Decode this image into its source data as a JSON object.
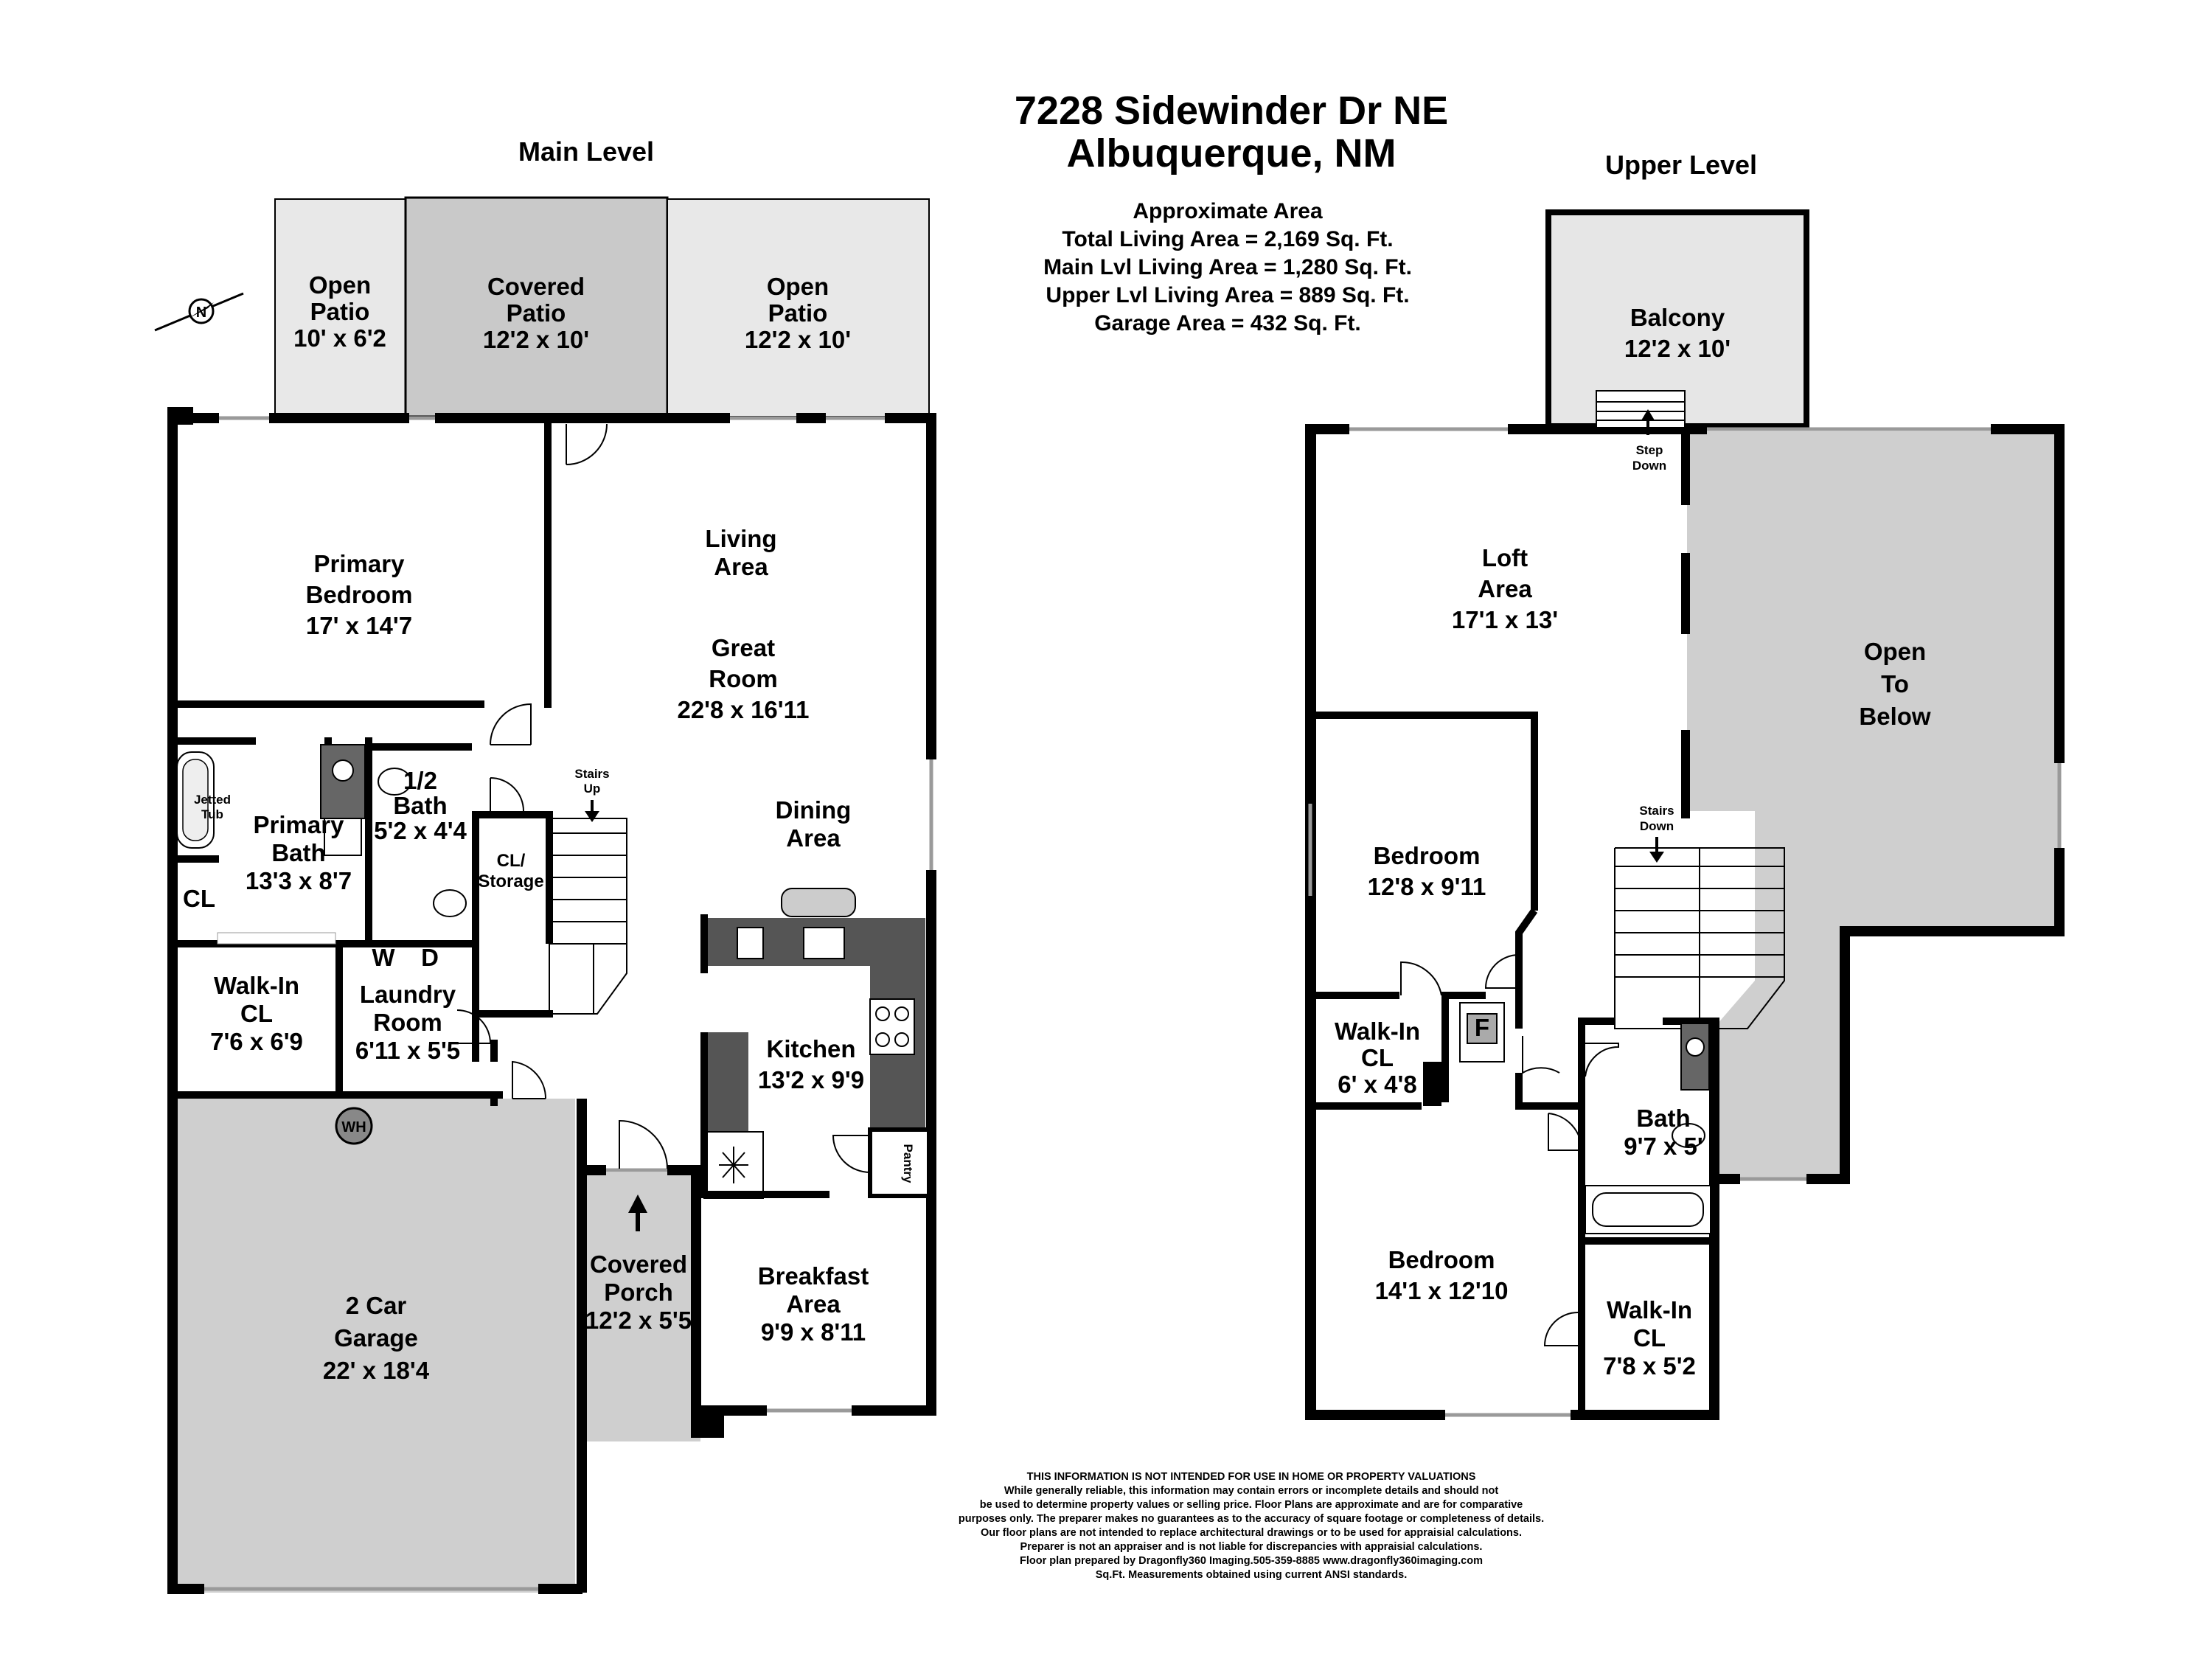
{
  "header": {
    "address_line1": "7228 Sidewinder Dr NE",
    "address_line2": "Albuquerque, NM"
  },
  "areas": {
    "title": "Approximate Area",
    "total": "Total Living Area = 2,169 Sq. Ft.",
    "main": "Main Lvl Living Area = 1,280 Sq. Ft.",
    "upper": "Upper Lvl Living Area = 889 Sq. Ft.",
    "garage": "Garage Area = 432 Sq. Ft."
  },
  "main_level": {
    "title": "Main Level",
    "open_patio_left": {
      "name": [
        "Open",
        "Patio"
      ],
      "size": "10' x 6'2"
    },
    "covered_patio": {
      "name": [
        "Covered",
        "Patio"
      ],
      "size": "12'2 x 10'"
    },
    "open_patio_right": {
      "name": [
        "Open",
        "Patio"
      ],
      "size": "12'2 x 10'"
    },
    "primary_bedroom": {
      "name": [
        "Primary",
        "Bedroom"
      ],
      "size": "17' x 14'7"
    },
    "living_area": [
      "Living",
      "Area"
    ],
    "great_room": {
      "name": [
        "Great",
        "Room"
      ],
      "size": "22'8 x 16'11"
    },
    "dining_area": [
      "Dining",
      "Area"
    ],
    "jetted_tub": [
      "Jetted",
      "Tub"
    ],
    "primary_bath": {
      "name": [
        "Primary",
        "Bath"
      ],
      "size": "13'3 x 8'7"
    },
    "half_bath": {
      "name": [
        "1/2",
        "Bath"
      ],
      "size": "5'2 x 4'4"
    },
    "stairs_up": [
      "Stairs",
      "Up"
    ],
    "closet": "CL",
    "cl_storage": [
      "CL/",
      "Storage"
    ],
    "walkin_cl": {
      "name": [
        "Walk-In",
        "CL"
      ],
      "size": "7'6 x 6'9"
    },
    "washer": "W",
    "dryer": "D",
    "laundry": {
      "name": [
        "Laundry",
        "Room"
      ],
      "size": "6'11 x 5'5"
    },
    "water_heater": "WH",
    "kitchen": {
      "name": "Kitchen",
      "size": "13'2 x 9'9"
    },
    "pantry": "Pantry",
    "garage": {
      "name": [
        "2 Car",
        "Garage"
      ],
      "size": "22' x 18'4"
    },
    "covered_porch": {
      "name": [
        "Covered",
        "Porch"
      ],
      "size": "12'2 x 5'5"
    },
    "breakfast": {
      "name": [
        "Breakfast",
        "Area"
      ],
      "size": "9'9 x 8'11"
    }
  },
  "upper_level": {
    "title": "Upper Level",
    "balcony": {
      "name": "Balcony",
      "size": "12'2 x 10'"
    },
    "step_down": [
      "Step",
      "Down"
    ],
    "loft": {
      "name": [
        "Loft",
        "Area"
      ],
      "size": "17'1 x 13'"
    },
    "open_to_below": [
      "Open",
      "To",
      "Below"
    ],
    "stairs_down": [
      "Stairs",
      "Down"
    ],
    "bedroom_a": {
      "name": "Bedroom",
      "size": "12'8 x 9'11"
    },
    "walkin_cl_a": {
      "name": [
        "Walk-In",
        "CL"
      ],
      "size": "6' x 4'8"
    },
    "fireplace": "F",
    "bath": {
      "name": "Bath",
      "size": "9'7 x 5'"
    },
    "bedroom_b": {
      "name": "Bedroom",
      "size": "14'1 x 12'10"
    },
    "walkin_cl_b": {
      "name": [
        "Walk-In",
        "CL"
      ],
      "size": "7'8 x 5'2"
    }
  },
  "disclaimer": [
    "THIS INFORMATION IS NOT INTENDED FOR USE IN HOME OR PROPERTY VALUATIONS",
    "While generally reliable, this information may contain errors or incomplete details and should not",
    "be used to determine property values or selling price. Floor Plans are approximate and are for comparative",
    "purposes only. The preparer makes no guarantees as to the accuracy of square footage or completeness of details.",
    "Our floor plans are not intended to replace architectural drawings or to be used for appraisial calculations.",
    "Preparer is not an appraiser and is not liable for discrepancies with appraisial calculations.",
    "Floor plan prepared by Dragonfly360 Imaging.505-359-8885  www.dragonfly360imaging.com",
    "Sq.Ft. Measurements obtained using current ANSI standards."
  ],
  "compass": {
    "letter": "N"
  }
}
